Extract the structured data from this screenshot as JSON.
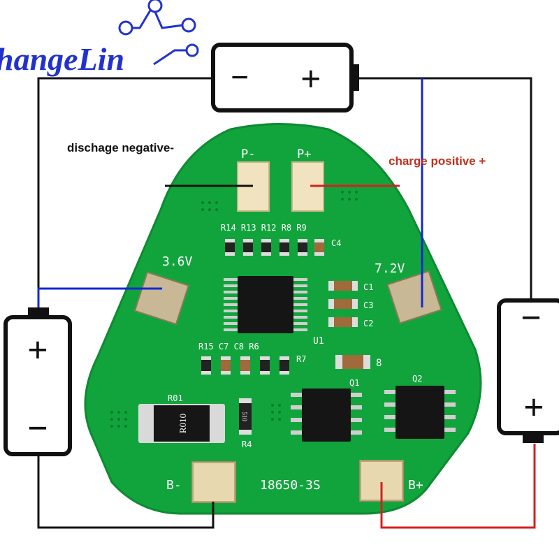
{
  "watermark": {
    "text": "hangeLin"
  },
  "annotations": {
    "discharge_negative": "dischage negative-",
    "charge_positive": "charge positive +"
  },
  "board": {
    "model": "18650-3S",
    "pads": {
      "p_minus": "P-",
      "p_plus": "P+",
      "b_minus": "B-",
      "b_plus": "B+",
      "tap_3v6": "3.6V",
      "tap_7v2": "7.2V"
    },
    "resistor_labels_top": "R14 R13 R12 R8 R9",
    "resistor_labels_mid": "R15 C7 C8 R6",
    "component_labels": {
      "c4": "C4",
      "c1": "C1",
      "c3": "C3",
      "c2": "C2",
      "u1": "U1",
      "r7": "R7",
      "r01": "R01",
      "r010": "R010",
      "r4": "R4",
      "r4_code": "510",
      "q1": "Q1",
      "q2": "Q2",
      "c_right": "8"
    }
  },
  "batteries": {
    "top": {
      "neg": "−",
      "pos": "+"
    },
    "left": {
      "neg": "−",
      "pos": "+"
    },
    "right": {
      "neg": "−",
      "pos": "+"
    }
  },
  "colors": {
    "pcb": "#12a43c",
    "pcb_dark": "#0e8a32",
    "wire_black": "#111111",
    "wire_blue": "#1428d0",
    "wire_red": "#d42020",
    "charge_text": "#c0301c",
    "watermark": "#2233cc"
  }
}
